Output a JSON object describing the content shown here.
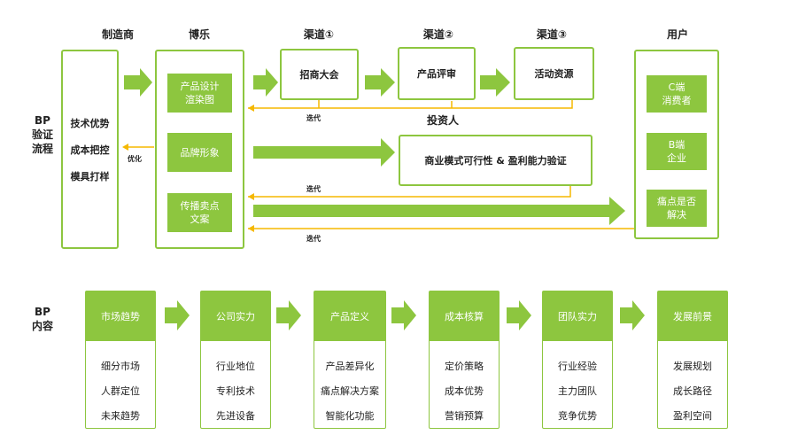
{
  "headers": {
    "manufacturer": "制造商",
    "bole": "博乐",
    "channel1": "渠道①",
    "channel2": "渠道②",
    "channel3": "渠道③",
    "user": "用户"
  },
  "side_labels": {
    "flow_line1": "BP",
    "flow_line2": "验证",
    "flow_line3": "流程",
    "content_line1": "BP",
    "content_line2": "内容"
  },
  "manufacturer_items": [
    "技术优势",
    "成本把控",
    "模具打样"
  ],
  "bole_items": [
    {
      "line1": "产品设计",
      "line2": "渲染图"
    },
    {
      "line1": "品牌形象",
      "line2": ""
    },
    {
      "line1": "传播卖点",
      "line2": "文案"
    }
  ],
  "channels": [
    "招商大会",
    "产品评审",
    "活动资源"
  ],
  "investor": "投资人",
  "business_box": "商业模式可行性 & 盈利能力验证",
  "users": [
    {
      "line1": "C端",
      "line2": "消费者"
    },
    {
      "line1": "B端",
      "line2": "企业"
    },
    {
      "line1": "痛点是否",
      "line2": "解决"
    }
  ],
  "feedback_labels": {
    "iterate1": "迭代",
    "iterate2": "迭代",
    "iterate3": "迭代",
    "optimize": "优化"
  },
  "content_cards": [
    {
      "title": "市场趋势",
      "items": [
        "细分市场",
        "人群定位",
        "未来趋势"
      ]
    },
    {
      "title": "公司实力",
      "items": [
        "行业地位",
        "专利技术",
        "先进设备"
      ]
    },
    {
      "title": "产品定义",
      "items": [
        "产品差异化",
        "痛点解决方案",
        "智能化功能"
      ]
    },
    {
      "title": "成本核算",
      "items": [
        "定价策略",
        "成本优势",
        "营销预算"
      ]
    },
    {
      "title": "团队实力",
      "items": [
        "行业经验",
        "主力团队",
        "竞争优势"
      ]
    },
    {
      "title": "发展前景",
      "items": [
        "发展规划",
        "成长路径",
        "盈利空间"
      ]
    }
  ],
  "colors": {
    "accent": "#8dc63f",
    "feedback": "#f5b800"
  }
}
